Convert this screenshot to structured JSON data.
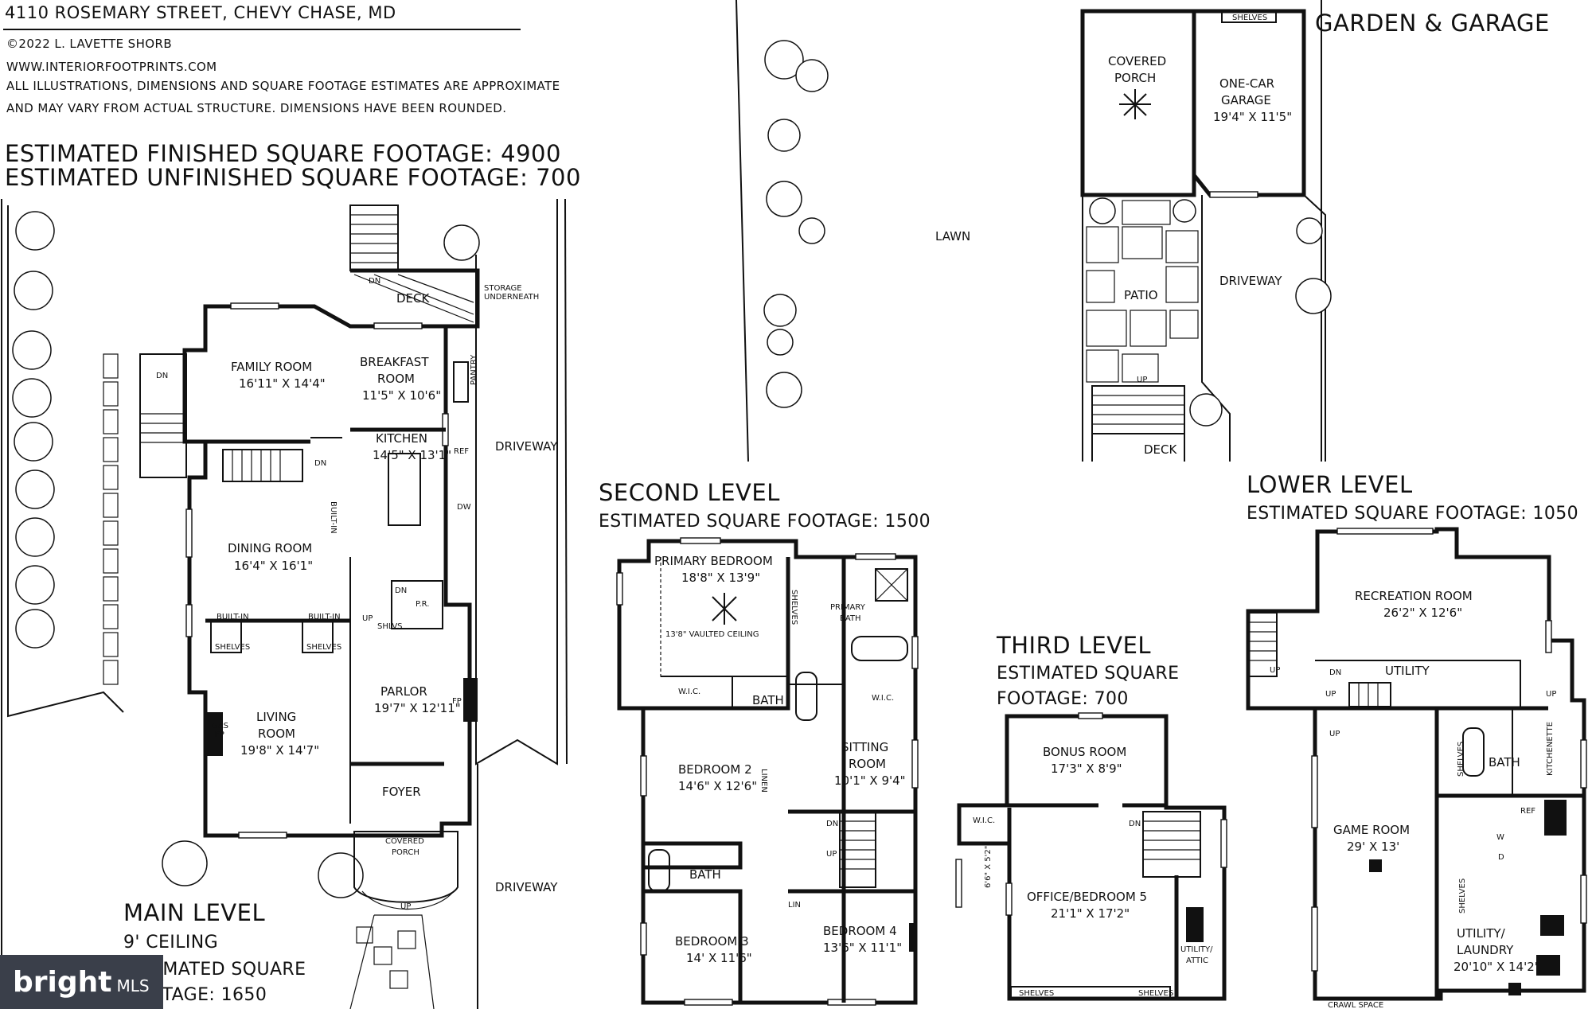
{
  "header": {
    "address": "4110 ROSEMARY STREET, CHEVY CHASE, MD",
    "copyright": "©2022 L. LAVETTE SHORB",
    "website": "WWW.INTERIORFOOTPRINTS.COM",
    "disclaimer_line1": "ALL ILLUSTRATIONS, DIMENSIONS AND SQUARE FOOTAGE ESTIMATES ARE APPROXIMATE",
    "disclaimer_line2": "AND MAY VARY FROM ACTUAL STRUCTURE. DIMENSIONS HAVE BEEN ROUNDED.",
    "finished_sqft": "ESTIMATED FINISHED SQUARE FOOTAGE: 4900",
    "unfinished_sqft": "ESTIMATED UNFINISHED SQUARE FOOTAGE: 700"
  },
  "levels": {
    "main": {
      "title": "MAIN LEVEL",
      "line1": "9' CEILING",
      "line2": "ESTIMATED SQUARE",
      "line3": "FOOTAGE: 1650"
    },
    "second": {
      "title": "SECOND LEVEL",
      "subtitle": "ESTIMATED SQUARE FOOTAGE: 1500"
    },
    "third": {
      "title": "THIRD LEVEL",
      "line1": "ESTIMATED SQUARE",
      "line2": "FOOTAGE: 700"
    },
    "lower": {
      "title": "LOWER LEVEL",
      "subtitle": "ESTIMATED SQUARE FOOTAGE: 1050"
    },
    "garden": {
      "title": "GARDEN & GARAGE"
    }
  },
  "labels": {
    "main": {
      "family_room": [
        "FAMILY ROOM",
        "16'11\" X 14'4\""
      ],
      "breakfast_room": [
        "BREAKFAST",
        "ROOM",
        "11'5\" X 10'6\""
      ],
      "kitchen": [
        "KITCHEN",
        "14'5\" X 13'1\""
      ],
      "dining_room": [
        "DINING ROOM",
        "16'4\" X 16'1\""
      ],
      "parlor": [
        "PARLOR",
        "19'7\" X 12'11\""
      ],
      "living_room": [
        "LIVING",
        "ROOM",
        "19'8\" X 14'7\""
      ],
      "foyer": [
        "FOYER"
      ],
      "covered_porch": [
        "COVERED",
        "PORCH"
      ],
      "deck": [
        "DECK"
      ],
      "storage": [
        "STORAGE",
        "UNDERNEATH"
      ],
      "driveway_top": [
        "DRIVEWAY"
      ],
      "driveway_bottom": [
        "DRIVEWAY"
      ],
      "pantry": [
        "PANTRY"
      ],
      "ref": [
        "REF"
      ],
      "dw": [
        "DW"
      ],
      "pr": [
        "P.R."
      ],
      "built_in_left": [
        "BUILT-IN"
      ],
      "built_in_right": [
        "BUILT-IN"
      ],
      "built_in_vertical": [
        "BUILT-IN"
      ],
      "shelves_left": [
        "SHELVES"
      ],
      "shelves_right": [
        "SHELVES"
      ],
      "shlvs": [
        "SHLVS"
      ],
      "gas_fp": [
        "GAS",
        "FP"
      ],
      "fp": [
        "FP"
      ],
      "dn_stair": [
        "DN"
      ],
      "dn_deck": [
        "DN"
      ],
      "dn_kitchen": [
        "DN"
      ],
      "dn_center": [
        "DN"
      ],
      "up_stair": [
        "UP"
      ],
      "up_porch": [
        "UP"
      ]
    },
    "second": {
      "primary_bedroom": [
        "PRIMARY BEDROOM",
        "18'8\" X 13'9\"",
        "13'8\" VAULTED CEILING"
      ],
      "primary_bath": [
        "PRIMARY",
        "BATH"
      ],
      "wic_left": [
        "W.I.C."
      ],
      "wic_right": [
        "W.I.C."
      ],
      "bath_upper": [
        "BATH"
      ],
      "bath_lower": [
        "BATH"
      ],
      "bedroom2": [
        "BEDROOM 2",
        "14'6\" X 12'6\""
      ],
      "bedroom3": [
        "BEDROOM 3",
        "14' X 11'6\""
      ],
      "bedroom4": [
        "BEDROOM 4",
        "13'6\" X 11'1\""
      ],
      "sitting_room": [
        "SITTING",
        "ROOM",
        "10'1\" X 9'4\""
      ],
      "linen": [
        "LINEN"
      ],
      "lin": [
        "LIN"
      ],
      "shelves": [
        "SHELVES"
      ],
      "dn": [
        "DN"
      ],
      "up": [
        "UP"
      ]
    },
    "third": {
      "bonus_room": [
        "BONUS ROOM",
        "17'3\" X 8'9\""
      ],
      "office": [
        "OFFICE/BEDROOM 5",
        "21'1\" X 17'2\""
      ],
      "wic": [
        "W.I.C."
      ],
      "wic_dims": [
        "6'6\" X 5'2\""
      ],
      "utility_attic": [
        "UTILITY/",
        "ATTIC"
      ],
      "shelves_left": [
        "SHELVES"
      ],
      "shelves_right": [
        "SHELVES"
      ],
      "dn": [
        "DN"
      ]
    },
    "lower": {
      "recreation_room": [
        "RECREATION ROOM",
        "26'2\" X 12'6\""
      ],
      "game_room": [
        "GAME ROOM",
        "29' X 13'"
      ],
      "utility_laundry": [
        "UTILITY/",
        "LAUNDRY",
        "20'10\" X 14'2\""
      ],
      "utility": [
        "UTILITY"
      ],
      "bath": [
        "BATH"
      ],
      "kitchenette": [
        "KITCHENETTE"
      ],
      "ref": [
        "REF"
      ],
      "w": [
        "W"
      ],
      "d": [
        "D"
      ],
      "shelves_a": [
        "SHELVES"
      ],
      "shelves_b": [
        "SHELVES"
      ],
      "crawl_space": [
        "CRAWL SPACE"
      ],
      "dn": [
        "DN"
      ],
      "up1": [
        "UP"
      ],
      "up2": [
        "UP"
      ],
      "up3": [
        "UP"
      ],
      "up4": [
        "UP"
      ]
    },
    "garden": {
      "covered_porch": [
        "COVERED",
        "PORCH"
      ],
      "garage": [
        "ONE-CAR",
        "GARAGE",
        "19'4\" X 11'5\""
      ],
      "shelves": [
        "SHELVES"
      ],
      "lawn": [
        "LAWN"
      ],
      "patio": [
        "PATIO"
      ],
      "driveway": [
        "DRIVEWAY"
      ],
      "deck": [
        "DECK"
      ],
      "up": [
        "UP"
      ]
    }
  },
  "badge": {
    "brand": "bright",
    "suffix": "MLS"
  }
}
